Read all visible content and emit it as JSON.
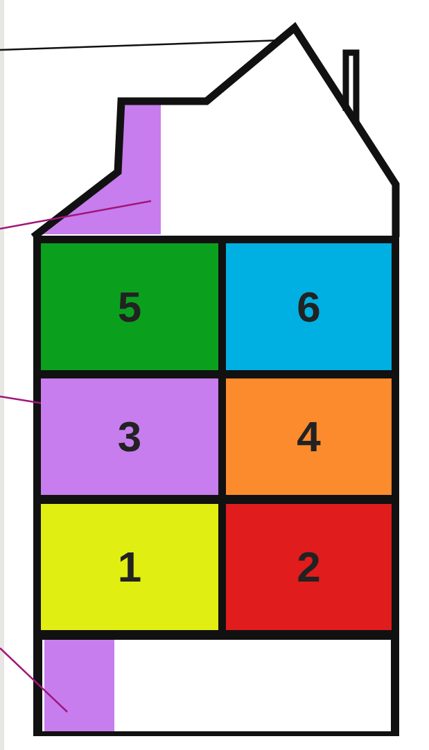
{
  "diagram": {
    "nodes": [
      {
        "text": [
          "5"
        ]
      },
      {
        "text": [
          "6"
        ]
      },
      {
        "text": [
          "3"
        ]
      },
      {
        "text": [
          "4"
        ]
      },
      {
        "text": [
          "1"
        ]
      },
      {
        "text": [
          "2"
        ]
      }
    ]
  }
}
